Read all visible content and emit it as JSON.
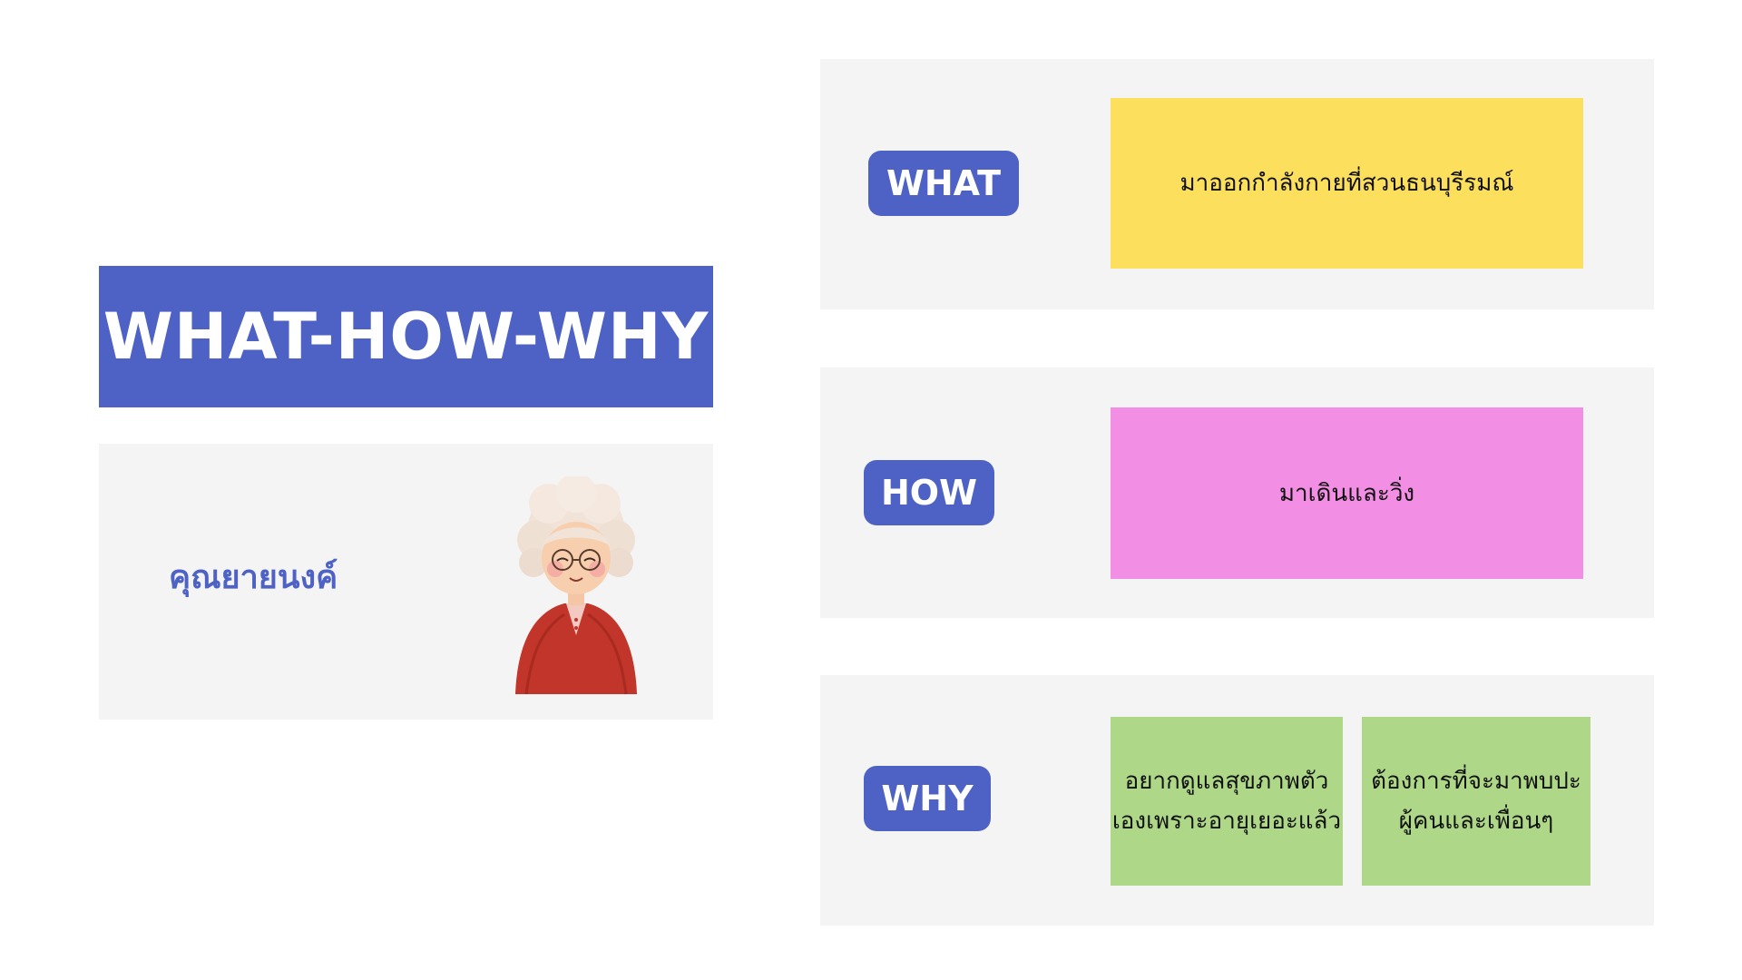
{
  "title": "WHAT-HOW-WHY",
  "person": {
    "name": "คุณยายนงค์",
    "avatar_icon": "grandmother-avatar-icon"
  },
  "colors": {
    "accent": "#4d62c4",
    "panel_bg": "#f4f4f4",
    "what_note": "#fcdf5d",
    "how_note": "#f28ee3",
    "why_note": "#aed887"
  },
  "sections": {
    "what": {
      "label": "WHAT",
      "notes": [
        "มาออกกำลังกายที่สวนธนบุรีรมณ์"
      ]
    },
    "how": {
      "label": "HOW",
      "notes": [
        "มาเดินและวิ่ง"
      ]
    },
    "why": {
      "label": "WHY",
      "notes": [
        "อยากดูแลสุขภาพตัว\nเองเพราะอายุเยอะแล้ว",
        "ต้องการที่จะมาพบปะ\nผู้คนและเพื่อนๆ"
      ]
    }
  }
}
